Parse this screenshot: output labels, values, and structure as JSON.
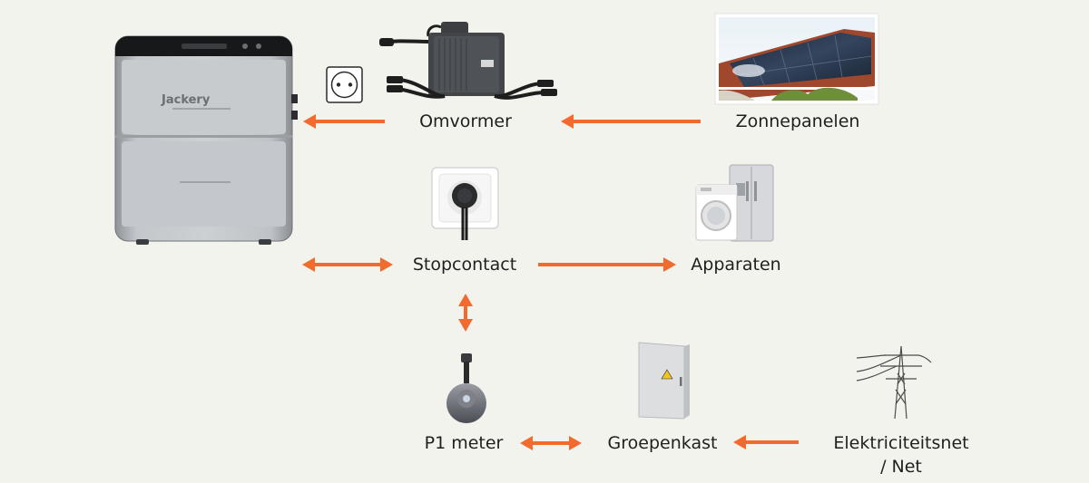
{
  "diagram": {
    "nodes": {
      "inverter": "Omvormer",
      "solar_panels": "Zonnepanelen",
      "socket": "Stopcontact",
      "appliances": "Apparaten",
      "p1_meter": "P1 meter",
      "fuse_box": "Groepenkast",
      "grid_line1": "Elektriciteitsnet",
      "grid_line2": "/ Net"
    },
    "battery": {
      "brand": "Jackery"
    }
  },
  "colors": {
    "background": "#f3f3ee",
    "arrow": "#f26a2e",
    "text": "#1f1f1f",
    "battery_body": "#b9bcc0"
  },
  "icons": [
    "battery-unit-icon",
    "wall-outlet-icon",
    "microinverter-icon",
    "solar-roof-photo",
    "plug-socket-icon",
    "washing-machine-icon",
    "fridge-icon",
    "p1-meter-icon",
    "fuse-box-icon",
    "power-pylon-icon"
  ]
}
